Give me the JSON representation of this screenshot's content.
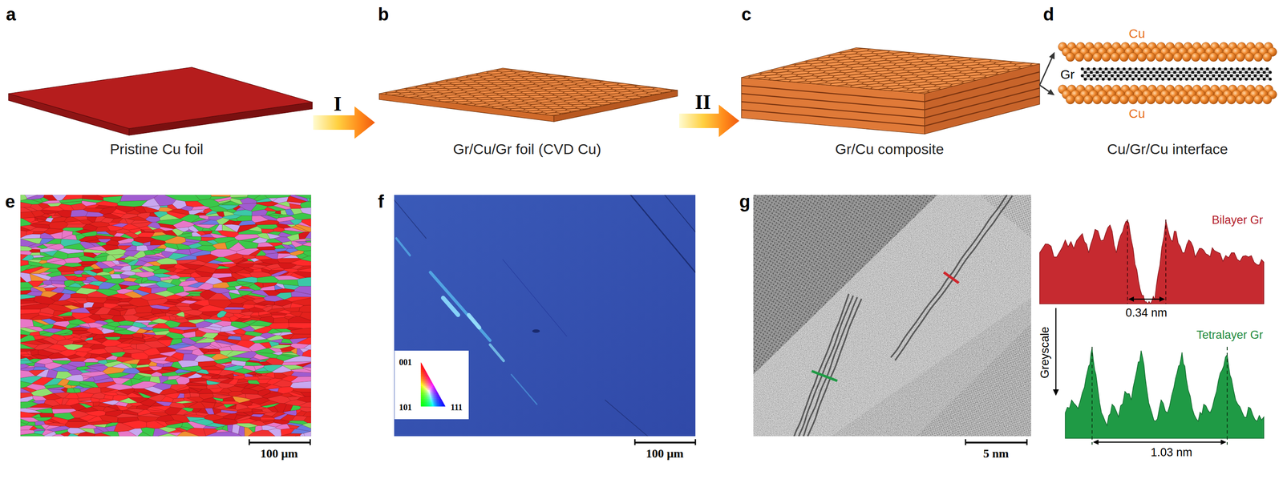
{
  "diagram": {
    "nodes": [
      {
        "text": [
          "Pristine Cu foil"
        ]
      },
      {
        "text": [
          "Gr/Cu/Gr foil (CVD Cu)"
        ]
      },
      {
        "text": [
          "Gr/Cu composite"
        ]
      },
      {
        "text": [
          "Cu/Gr/Cu interface"
        ]
      }
    ],
    "edges": [
      {
        "from": 0,
        "to": 1,
        "label": "I",
        "arrow": "to"
      },
      {
        "from": 1,
        "to": 2,
        "label": "II",
        "arrow": "to"
      },
      {
        "from": 2,
        "to": 3,
        "arrow": "to"
      },
      {
        "from": 2,
        "to": 3,
        "arrow": "to"
      }
    ],
    "labels": [
      "a",
      "b",
      "c",
      "d",
      "Cu",
      "Gr",
      "Cu",
      "e",
      "f",
      "g",
      "100 μm",
      "001",
      "101",
      "111",
      "100 μm",
      "5 nm",
      "Bilayer Gr",
      "0.34 nm",
      "Greyscale",
      "Tetralayer Gr",
      "1.03 nm"
    ]
  }
}
